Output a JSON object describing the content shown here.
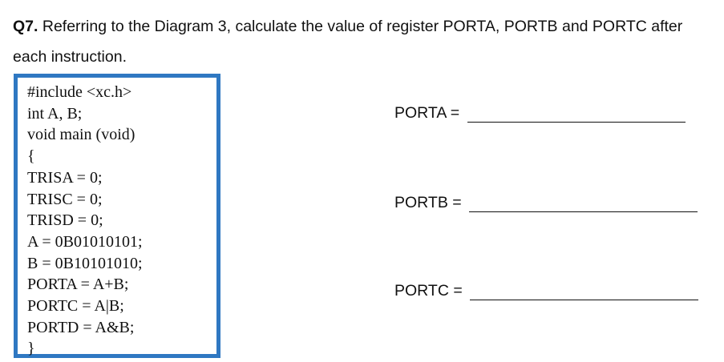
{
  "question": {
    "number": "Q7.",
    "text": " Referring to the Diagram 3, calculate the value of register PORTA, PORTB and PORTC after each instruction."
  },
  "code": {
    "lines": [
      "#include <xc.h>",
      "int A, B;",
      "void main (void)",
      "{",
      "TRISA = 0;",
      "TRISC = 0;",
      "TRISD = 0;",
      "A = 0B01010101;",
      "B = 0B10101010;",
      "PORTA = A+B;",
      "PORTC = A|B;",
      "PORTD = A&B;",
      "}"
    ]
  },
  "answers": {
    "porta_label": "PORTA = ",
    "portb_label": "PORTB = ",
    "portc_label": "PORTC = "
  },
  "colors": {
    "box_border": "#2f78c2"
  }
}
